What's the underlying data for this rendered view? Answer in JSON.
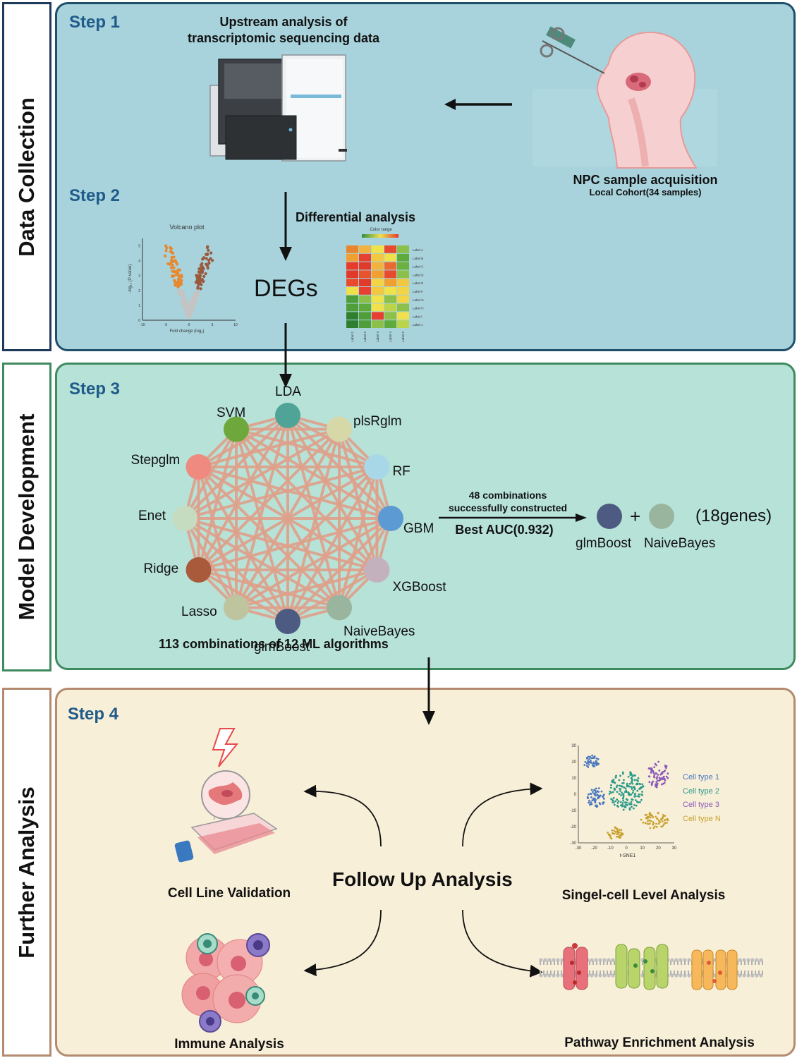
{
  "sections": {
    "data_collection": "Data Collection",
    "model_development": "Model Development",
    "further_analysis": "Further Analysis"
  },
  "steps": {
    "step1": "Step 1",
    "step2": "Step 2",
    "step3": "Step 3",
    "step4": "Step 4"
  },
  "step1": {
    "title_line1": "Upstream analysis of",
    "title_line2": "transcriptomic sequencing data",
    "npc_title": "NPC sample acquisition",
    "npc_sub": "Local Cohort(34 samples)"
  },
  "step2": {
    "diff_label": "Differential analysis",
    "degs": "DEGs",
    "volcano_title": "Volcano plot",
    "volcano_xlabel": "Fold change (log₂)",
    "volcano_ylabel": "-log₁₀ (P-value)",
    "volcano_xticks": [
      "-10",
      "-5",
      "0",
      "5",
      "10"
    ],
    "volcano_yticks": [
      "0",
      "1",
      "2",
      "3",
      "4",
      "5"
    ],
    "heatmap_title": "Color range",
    "heatmap_row_labels": [
      "Label A",
      "Label B",
      "Label C",
      "Label D",
      "Label E",
      "Label F",
      "Label G",
      "Label H",
      "Label I",
      "Label J"
    ],
    "heatmap_col_labels": [
      "Label 1",
      "Label 2",
      "Label 3",
      "Label 4",
      "Label 5"
    ],
    "heatmap_colors": [
      [
        "#e8862e",
        "#f2b23e",
        "#f0e24a",
        "#e84a2e",
        "#8cc04a"
      ],
      [
        "#f0a030",
        "#e84030",
        "#f2c840",
        "#f0e04c",
        "#5faa3c"
      ],
      [
        "#e83a2a",
        "#e23a2a",
        "#f2b23e",
        "#e86a32",
        "#6cb040"
      ],
      [
        "#e23a2a",
        "#e8522c",
        "#f0a030",
        "#e84a2e",
        "#8cc04a"
      ],
      [
        "#e84a2e",
        "#e23a2a",
        "#f2d444",
        "#f0a030",
        "#f2c840"
      ],
      [
        "#f0e04c",
        "#e84030",
        "#f2c840",
        "#f0e24a",
        "#f2d444"
      ],
      [
        "#4f9e3a",
        "#8cc04a",
        "#f0e24a",
        "#8cc04a",
        "#f2d444"
      ],
      [
        "#4f9e3a",
        "#5faa3c",
        "#f0e24a",
        "#bcd44a",
        "#8cc04a"
      ],
      [
        "#2f7f2f",
        "#4f9e3a",
        "#e84030",
        "#8cc04a",
        "#f0e04c"
      ],
      [
        "#2f7f2f",
        "#4f9e3a",
        "#8cc04a",
        "#5faa3c",
        "#bcd44a"
      ]
    ]
  },
  "step3": {
    "nodes": [
      {
        "name": "LDA",
        "color": "#4fa397"
      },
      {
        "name": "plsRglm",
        "color": "#d6d8a8"
      },
      {
        "name": "RF",
        "color": "#a8d8e8"
      },
      {
        "name": "GBM",
        "color": "#5b9ad2"
      },
      {
        "name": "XGBoost",
        "color": "#c3b1bd"
      },
      {
        "name": "NaiveBayes",
        "color": "#9ab59d"
      },
      {
        "name": "glmBoost",
        "color": "#4d5a82"
      },
      {
        "name": "Lasso",
        "color": "#bdc49e"
      },
      {
        "name": "Ridge",
        "color": "#a85a3a"
      },
      {
        "name": "Enet",
        "color": "#c5dcc0"
      },
      {
        "name": "Stepglm",
        "color": "#ee8a80"
      },
      {
        "name": "SVM",
        "color": "#6ea83c"
      }
    ],
    "edge_color": "#e0a08a",
    "combos_caption": "113 combinations of 12 ML algorithms",
    "arrow_top1": "48 combinations",
    "arrow_top2": "successfully constructed",
    "best_auc": "Best AUC(0.932)",
    "best_model_1": "glmBoost",
    "best_model_2": "NaiveBayes",
    "plus": "+",
    "genes": "(18genes)"
  },
  "step4": {
    "follow_up": "Follow Up Analysis",
    "cell_line": "Cell Line Validation",
    "immune": "Immune Analysis",
    "single_cell": "Singel-cell Level Analysis",
    "pathway": "Pathway Enrichment Analysis",
    "tsne_xlabel": "t-SNE1",
    "tsne_xticks": [
      "-30",
      "-20",
      "-10",
      "0",
      "10",
      "20",
      "30"
    ],
    "tsne_yticks": [
      "30",
      "20",
      "10",
      "0",
      "-10",
      "-20",
      "-30"
    ],
    "legend": [
      {
        "label": "Cell type 1",
        "color": "#4a78c0"
      },
      {
        "label": "Cell type 2",
        "color": "#2a9a8a"
      },
      {
        "label": "Cell type 3",
        "color": "#8a5ab8"
      },
      {
        "label": "Cell type N",
        "color": "#c8a230"
      }
    ]
  },
  "colors": {
    "panel1_bg": "#a8d3dc",
    "panel1_border": "#1e4f6b",
    "panel2_bg": "#b7e2d8",
    "panel2_border": "#3f8a5f",
    "panel3_bg": "#f8efd8",
    "panel3_border": "#b48a70",
    "step_text": "#1f5b8a"
  }
}
